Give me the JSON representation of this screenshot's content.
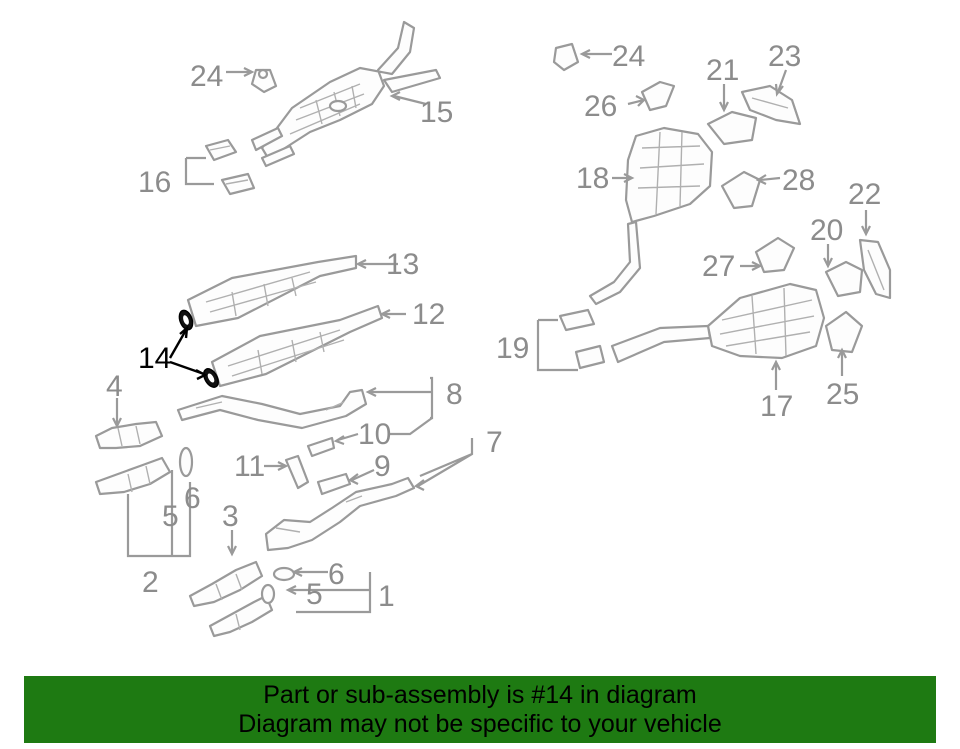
{
  "banner": {
    "line1": "Part or sub-assembly is #14 in diagram",
    "line2": "Diagram may not be specific to your vehicle",
    "color": "#1e7a12"
  },
  "diagram": {
    "highlighted_part": "14",
    "callouts": {
      "c24a": "24",
      "c15": "15",
      "c16": "16",
      "c13": "13",
      "c12": "12",
      "c14": "14",
      "c4": "4",
      "c8": "8",
      "c10": "10",
      "c11": "11",
      "c9": "9",
      "c7": "7",
      "c6a": "6",
      "c5a": "5",
      "c2": "2",
      "c3": "3",
      "c6b": "6",
      "c5b": "5",
      "c1": "1",
      "c24b": "24",
      "c21": "21",
      "c23": "23",
      "c26": "26",
      "c18": "18",
      "c28": "28",
      "c22": "22",
      "c20": "20",
      "c27": "27",
      "c19": "19",
      "c17": "17",
      "c25": "25"
    }
  }
}
